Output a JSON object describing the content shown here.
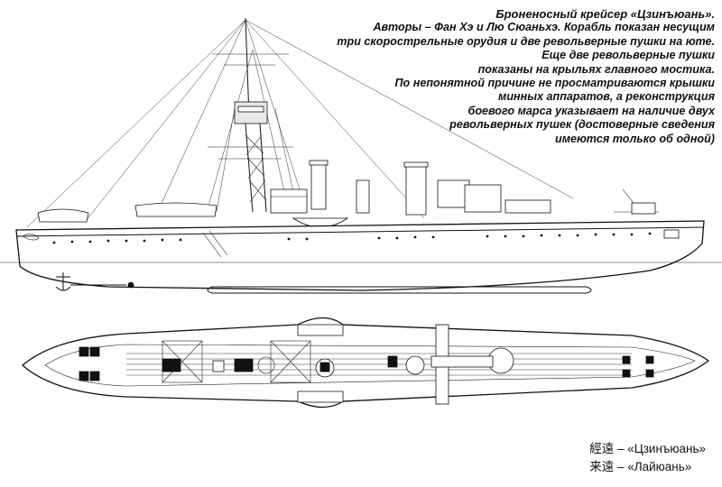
{
  "caption": {
    "lines": [
      "Броненосный крейсер «Цзинъюань».",
      "Авторы – Фан Хэ и Лю Сюаньхэ. Корабль показан несущим",
      "три скорострельные орудия и две револьверные пушки на юте.",
      "Еще две револьверные пушки",
      "показаны на крыльях главного мостика.",
      "По непонятной причине не просматриваются крышки",
      "минных аппаратов, а реконструкция",
      "боевого марса указывает на наличие двух",
      "револьверных пушек (достоверные сведения",
      "имеются только об одной)"
    ]
  },
  "ship_names": [
    "經遠 – «Цзинъюань»",
    "来遠 – «Лайюань»"
  ]
}
